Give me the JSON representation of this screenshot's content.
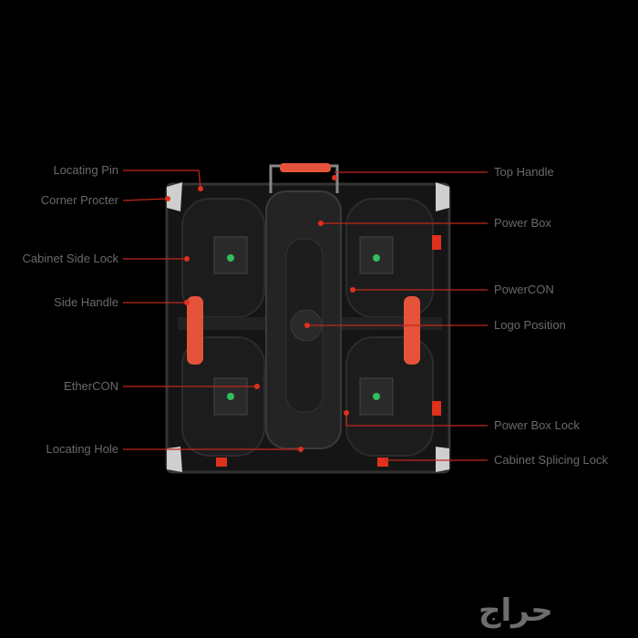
{
  "labels_left": [
    "Locating Pin",
    "Corner Procter",
    "Cabinet Side Lock",
    "Side Handle",
    "EtherCON",
    "Locating Hole"
  ],
  "labels_right": [
    "Top Handle",
    "Power Box",
    "PowerCON",
    "Logo Position",
    "Power Box Lock",
    "Cabinet Splicing Lock"
  ],
  "watermark": "حراج",
  "colors": {
    "accent": "#e0301e",
    "label": "#6a6a6a",
    "cabinet": "#1e1e1e",
    "handle": "#e5533a"
  }
}
